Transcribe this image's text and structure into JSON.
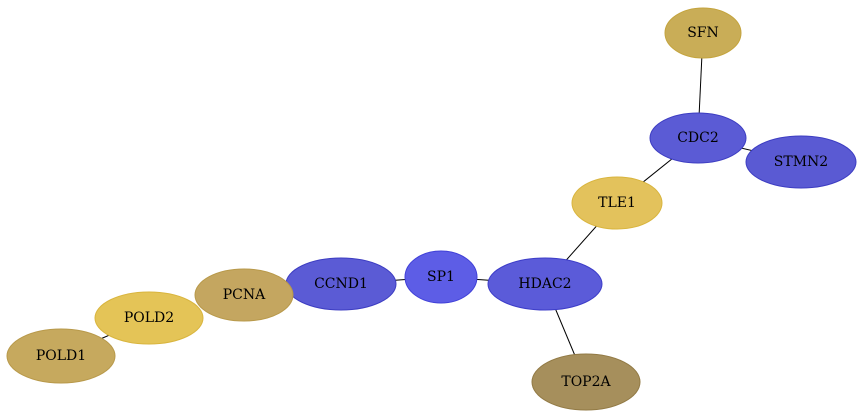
{
  "nodes": [
    {
      "id": "SFN",
      "label": "SFN",
      "fill": "#c9ad57",
      "stroke": "#c4a43e"
    },
    {
      "id": "CDC2",
      "label": "CDC2",
      "fill": "#5b5bd5",
      "stroke": "#3d3dc2"
    },
    {
      "id": "STMN2",
      "label": "STMN2",
      "fill": "#5a5ad3",
      "stroke": "#3d3dc2"
    },
    {
      "id": "TLE1",
      "label": "TLE1",
      "fill": "#e3c25c",
      "stroke": "#d9b53e"
    },
    {
      "id": "HDAC2",
      "label": "HDAC2",
      "fill": "#5b5bd9",
      "stroke": "#3d3dc8"
    },
    {
      "id": "SP1",
      "label": "SP1",
      "fill": "#5d5de6",
      "stroke": "#4040d8"
    },
    {
      "id": "CCND1",
      "label": "CCND1",
      "fill": "#5b5bd5",
      "stroke": "#3d3dc2"
    },
    {
      "id": "PCNA",
      "label": "PCNA",
      "fill": "#c4a660",
      "stroke": "#b8994a"
    },
    {
      "id": "POLD2",
      "label": "POLD2",
      "fill": "#e4c457",
      "stroke": "#d9b53e"
    },
    {
      "id": "POLD1",
      "label": "POLD1",
      "fill": "#c6a95e",
      "stroke": "#b8994a"
    },
    {
      "id": "TOP2A",
      "label": "TOP2A",
      "fill": "#a68f5c",
      "stroke": "#927a45"
    }
  ],
  "edges": [
    {
      "from": "SFN",
      "to": "CDC2"
    },
    {
      "from": "CDC2",
      "to": "STMN2"
    },
    {
      "from": "CDC2",
      "to": "TLE1"
    },
    {
      "from": "TLE1",
      "to": "HDAC2"
    },
    {
      "from": "HDAC2",
      "to": "SP1"
    },
    {
      "from": "HDAC2",
      "to": "TOP2A"
    },
    {
      "from": "SP1",
      "to": "CCND1"
    },
    {
      "from": "POLD2",
      "to": "POLD1"
    }
  ]
}
